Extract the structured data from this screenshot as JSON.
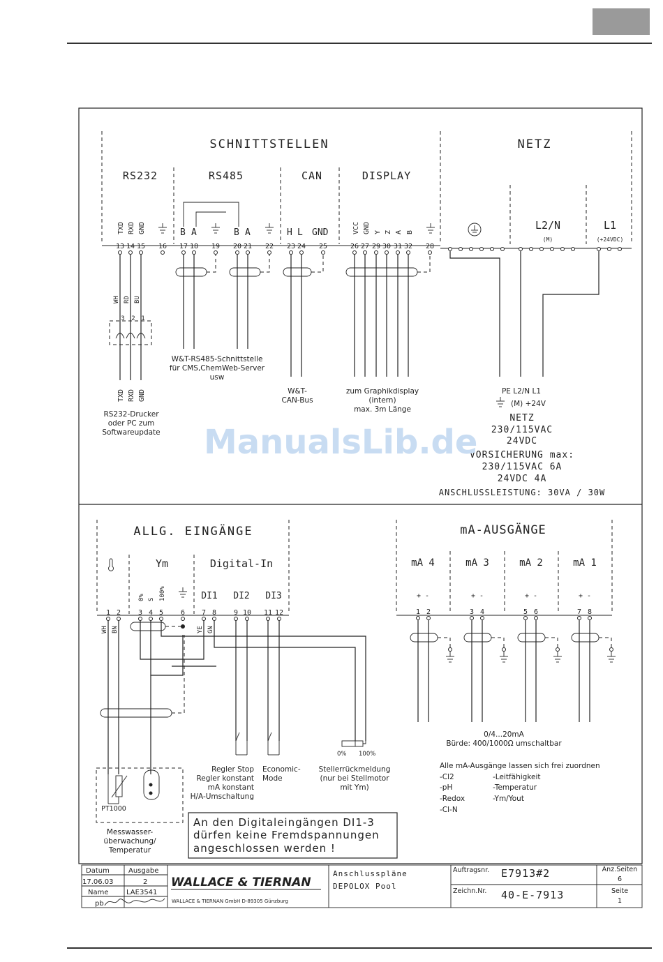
{
  "watermark": "ManualsLib.de",
  "top": {
    "schnittstellen_title": "SCHNITTSTELLEN",
    "netz_title": "NETZ",
    "sections": {
      "rs232": "RS232",
      "rs485": "RS485",
      "can": "CAN",
      "display": "DISPLAY"
    },
    "signals": {
      "txd": "TXD",
      "rxd": "RXD",
      "gnd": "GND",
      "b": "B",
      "a": "A",
      "h": "H",
      "l": "L",
      "vcc": "VCC",
      "y": "Y",
      "z": "Z"
    },
    "terminals": [
      "13",
      "14",
      "15",
      "16",
      "17",
      "18",
      "19",
      "20",
      "21",
      "22",
      "23",
      "24",
      "25",
      "26",
      "27",
      "29",
      "30",
      "31",
      "32",
      "28"
    ],
    "netz_labels": {
      "l2n": "L2/N",
      "l1": "L1",
      "m": "(M)",
      "v24": "(+24VDC)"
    },
    "wire_colors": [
      "WH",
      "RD",
      "BU"
    ],
    "connector_pins": [
      "3",
      "2",
      "1"
    ],
    "rs485_note": [
      "W&T-RS485-Schnittstelle",
      "für CMS,ChemWeb-Server",
      "usw"
    ],
    "rs232_note": [
      "RS232-Drucker",
      "oder PC zum",
      "Softwareupdate"
    ],
    "can_note": [
      "W&T-",
      "CAN-Bus"
    ],
    "display_note": [
      "zum Graphikdisplay",
      "(intern)",
      "max. 3m Länge"
    ],
    "netz_note": {
      "pe_line": "PE  L2/N  L1",
      "m_line": "(M) +24V",
      "lines": [
        "NETZ",
        "230/115VAC",
        "24VDC",
        "VORSICHERUNG max:",
        "230/115VAC  6A",
        "24VDC  4A"
      ]
    },
    "anschluss": "ANSCHLUSSLEISTUNG: 30VA / 30W"
  },
  "bottom": {
    "allg_title": "ALLG. EINGÄNGE",
    "ma_title": "mA-AUSGÄNGE",
    "ym": "Ym",
    "digital_in": "Digital-In",
    "ym_scale": {
      "p0": "0%",
      "s": "S",
      "p100": "100%"
    },
    "di": [
      "DI1",
      "DI2",
      "DI3"
    ],
    "terminals_left": [
      "1",
      "2",
      "3",
      "4",
      "5",
      "6",
      "7",
      "8",
      "9",
      "10",
      "11",
      "12"
    ],
    "wire_labels": {
      "wh": "WH",
      "bn": "BN",
      "ye": "YE",
      "gn": "GN"
    },
    "ma_outputs": [
      "mA 4",
      "mA 3",
      "mA 2",
      "mA 1"
    ],
    "ma_pol": [
      "+ -",
      "+ -",
      "+ -",
      "+ -"
    ],
    "ma_terminals": [
      "1",
      "2",
      "3",
      "4",
      "5",
      "6",
      "7",
      "8"
    ],
    "pt1000": "PT1000",
    "messwasser": [
      "Messwasser-",
      "überwachung/",
      "Temperatur"
    ],
    "regler": [
      "Regler Stop",
      "Regler konstant",
      "mA konstant",
      "H/A-Umschaltung"
    ],
    "economic": [
      "Economic-",
      "Mode"
    ],
    "pot_scale": [
      "0%",
      "100%"
    ],
    "steller": [
      "Stellerrückmeldung",
      "(nur bei Stellmotor",
      "mit Ym)"
    ],
    "burde": [
      "0/4...20mA",
      "Bürde: 400/1000Ω umschaltbar"
    ],
    "zuordnen": "Alle mA-Ausgänge lassen sich frei zuordnen",
    "zuordnen_list": [
      [
        "-Cl2",
        "-Leitfähigkeit"
      ],
      [
        "-pH",
        "-Temperatur"
      ],
      [
        "-Redox",
        "-Ym/Yout"
      ],
      [
        "-Cl-N",
        ""
      ]
    ],
    "warning": [
      "An den Digitaleingängen DI1-3",
      "dürfen keine Fremdspannungen",
      "angeschlossen werden !"
    ]
  },
  "title_block": {
    "datum_label": "Datum",
    "ausgabe_label": "Ausgabe",
    "datum": "17.06.03",
    "ausgabe": "2",
    "name_label": "Name",
    "name": "LAE3541",
    "pb": "pb",
    "company": "WALLACE & TIERNAN",
    "company_addr": "WALLACE & TIERNAN GmbH D-89305 Günzburg",
    "desc1": "Anschlusspläne",
    "desc2": "DEPOLOX Pool",
    "auftragsnr_label": "Auftragsnr.",
    "auftragsnr": "E7913#2",
    "zeichn_label": "Zeichn.Nr.",
    "zeichn": "40-E-7913",
    "anz_label": "Anz.Seiten",
    "anz": "6",
    "seite_label": "Seite",
    "seite": "1"
  }
}
